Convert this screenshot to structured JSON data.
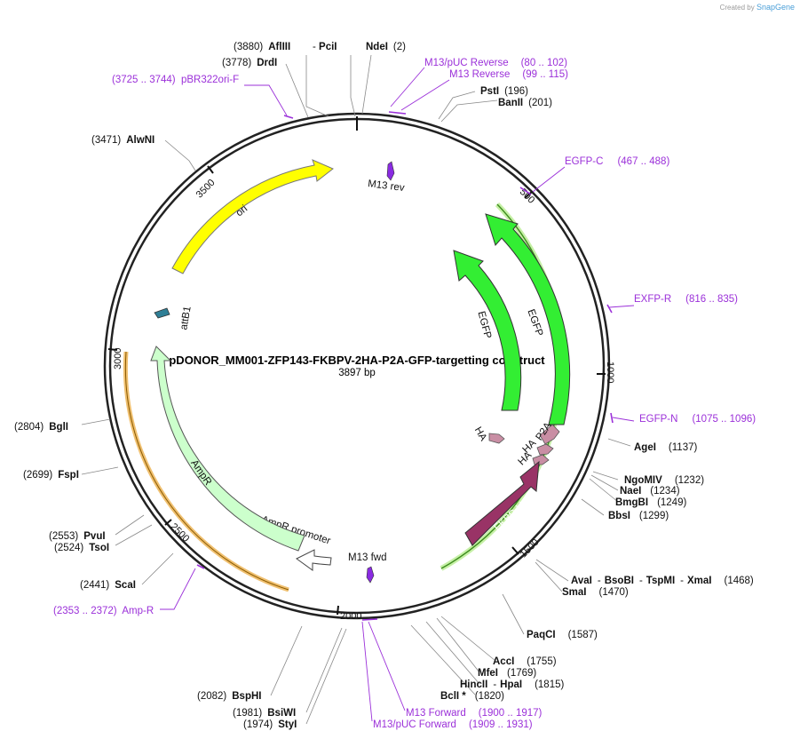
{
  "credit": {
    "prefix": "Created by",
    "brand": "SnapGene"
  },
  "plasmid": {
    "name": "pDONOR_MM001-ZFP143-FKBPV-2HA-P2A-GFP-targetting construct",
    "size": "3897 bp"
  },
  "ticks": [
    "500",
    "1000",
    "1500",
    "2000",
    "2500",
    "3000",
    "3500"
  ],
  "features": [
    {
      "name": "ori",
      "color": "#ffff00"
    },
    {
      "name": "attB1",
      "color": "#2f7f96"
    },
    {
      "name": "M13 rev",
      "color": "#8a2be2"
    },
    {
      "name": "EGFP",
      "color": "#33ee33"
    },
    {
      "name": "EGFP",
      "color": "#33ee33"
    },
    {
      "name": "HA",
      "color": "#c98ea4"
    },
    {
      "name": "HA",
      "color": "#c98ea4"
    },
    {
      "name": "HA",
      "color": "#c98ea4"
    },
    {
      "name": "P2A",
      "color": "#c98ea4"
    },
    {
      "name": "FKBP-V",
      "color": "#993366"
    },
    {
      "name": "M13 fwd",
      "color": "#8a2be2"
    },
    {
      "name": "AmpR promoter",
      "color": "#ffffff"
    },
    {
      "name": "AmpR",
      "color": "#ccffcc"
    }
  ],
  "sites": [
    {
      "pos": "(3880)",
      "name": "AflIII"
    },
    {
      "name": "PciI"
    },
    {
      "name": "NdeI",
      "pos": "(2)"
    },
    {
      "pos": "(3778)",
      "name": "DrdI"
    },
    {
      "name": "PstI",
      "pos": "(196)"
    },
    {
      "name": "BanII",
      "pos": "(201)"
    },
    {
      "pos": "(3471)",
      "name": "AlwNI"
    },
    {
      "name": "AgeI",
      "pos": "(1137)"
    },
    {
      "name": "NgoMIV",
      "pos": "(1232)"
    },
    {
      "name": "NaeI",
      "pos": "(1234)"
    },
    {
      "name": "BmgBI",
      "pos": "(1249)"
    },
    {
      "name": "BbsI",
      "pos": "(1299)"
    },
    {
      "name": "AvaI",
      "pos": ""
    },
    {
      "name": "BsoBI",
      "pos": ""
    },
    {
      "name": "TspMI",
      "pos": ""
    },
    {
      "name": "XmaI",
      "pos": "(1468)"
    },
    {
      "name": "SmaI",
      "pos": "(1470)"
    },
    {
      "name": "PaqCI",
      "pos": "(1587)"
    },
    {
      "name": "AccI",
      "pos": "(1755)"
    },
    {
      "name": "MfeI",
      "pos": "(1769)"
    },
    {
      "name": "HincII",
      "pos": ""
    },
    {
      "name": "HpaI",
      "pos": "(1815)"
    },
    {
      "name": "BclI *",
      "pos": "(1820)"
    },
    {
      "pos": "(2804)",
      "name": "BglI"
    },
    {
      "pos": "(2699)",
      "name": "FspI"
    },
    {
      "pos": "(2553)",
      "name": "PvuI"
    },
    {
      "pos": "(2524)",
      "name": "TsoI"
    },
    {
      "pos": "(2441)",
      "name": "ScaI"
    },
    {
      "pos": "(2082)",
      "name": "BspHI"
    },
    {
      "pos": "(1981)",
      "name": "BsiWI"
    },
    {
      "pos": "(1974)",
      "name": "StyI"
    }
  ],
  "primers": [
    {
      "name": "(3725 .. 3744)  pBR322ori-F"
    },
    {
      "name": "M13/pUC Reverse",
      "range": "(80 .. 102)"
    },
    {
      "name": "M13 Reverse",
      "range": "(99 .. 115)"
    },
    {
      "name": "EGFP-C",
      "range": "(467 .. 488)"
    },
    {
      "name": "EXFP-R",
      "range": "(816 .. 835)"
    },
    {
      "name": "EGFP-N",
      "range": "(1075 .. 1096)"
    },
    {
      "name": "(2353 .. 2372)  Amp-R"
    },
    {
      "name": "M13 Forward",
      "range": "(1900 .. 1917)"
    },
    {
      "name": "M13/pUC Forward",
      "range": "(1909 .. 1931)"
    }
  ]
}
